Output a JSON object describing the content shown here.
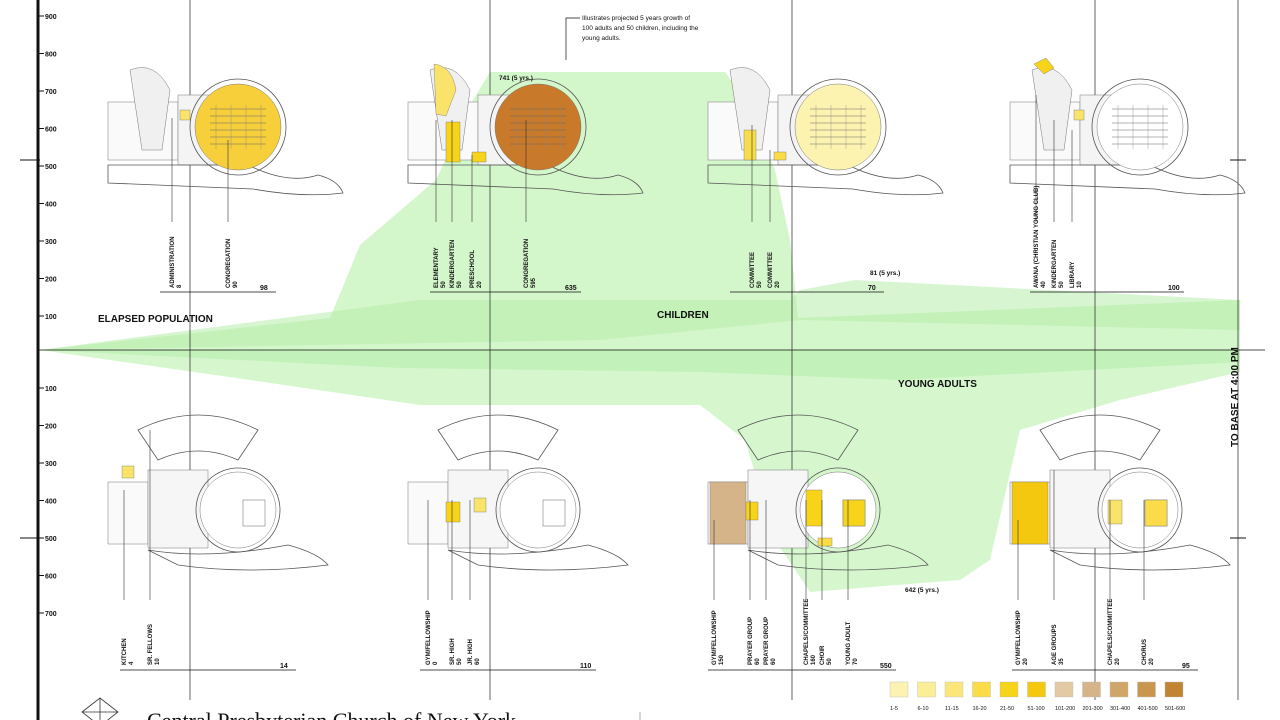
{
  "axis": {
    "top_ticks": [
      "900",
      "800",
      "700",
      "600",
      "500",
      "400",
      "300",
      "200",
      "100"
    ],
    "bottom_ticks": [
      "100",
      "200",
      "300",
      "400",
      "500",
      "600",
      "700"
    ]
  },
  "labels": {
    "elapsed_population": "ELAPSED POPULATION",
    "children": "CHILDREN",
    "young_adults": "YOUNG ADULTS",
    "to_base": "TO BASE AT 4:00 PM"
  },
  "annotations": {
    "note_lines": [
      "Illustrates projected 5 years growth of",
      "100 adults and 50 children, including the",
      "young adults."
    ],
    "peak_children": "741 (5 yrs.)",
    "peak_children_small": "81 (5 yrs.)",
    "peak_young_adults": "642 (5 yrs.)"
  },
  "top_plans": [
    {
      "total": "98",
      "rooms": [
        {
          "name": "ADMINISTRATION",
          "count": "8"
        },
        {
          "name": "CONGREGATION",
          "count": "90"
        }
      ]
    },
    {
      "total": "635",
      "rooms": [
        {
          "name": "ELEMENTARY",
          "count": "50"
        },
        {
          "name": "KINDERGARTEN",
          "count": "50"
        },
        {
          "name": "PRESCHOOL",
          "count": "20"
        },
        {
          "name": "CONGREGATION",
          "count": "595"
        }
      ]
    },
    {
      "total": "70",
      "rooms": [
        {
          "name": "COMMITTEE",
          "count": "50"
        },
        {
          "name": "COMMITTEE",
          "count": "20"
        }
      ]
    },
    {
      "total": "100",
      "rooms": [
        {
          "name": "AWANA (CHRISTIAN YOUNG CLUB)",
          "count": "40"
        },
        {
          "name": "KINDERGARTEN",
          "count": "50"
        },
        {
          "name": "LIBRARY",
          "count": "10"
        }
      ]
    }
  ],
  "bottom_plans": [
    {
      "total": "14",
      "rooms": [
        {
          "name": "KITCHEN",
          "count": "4"
        },
        {
          "name": "SR. FELLOWS",
          "count": "10"
        }
      ]
    },
    {
      "total": "110",
      "rooms": [
        {
          "name": "GYM/FELLOWSHIP",
          "count": "0"
        },
        {
          "name": "SR. HIGH",
          "count": "50"
        },
        {
          "name": "JR. HIGH",
          "count": "60"
        }
      ]
    },
    {
      "total": "550",
      "rooms": [
        {
          "name": "GYM/FELLOWSHIP",
          "count": "150"
        },
        {
          "name": "PRAYER GROUP",
          "count": "60"
        },
        {
          "name": "PRAYER GROUP",
          "count": "60"
        },
        {
          "name": "CHAPELS/COMMITTEE",
          "count": "160"
        },
        {
          "name": "CHOIR",
          "count": "50"
        },
        {
          "name": "YOUNG ADULT",
          "count": "70"
        }
      ]
    },
    {
      "total": "95",
      "rooms": [
        {
          "name": "GYM/FELLOWSHIP",
          "count": "20"
        },
        {
          "name": "AGE GROUPS",
          "count": "35"
        },
        {
          "name": "CHAPELS/COMMITTEE",
          "count": "20"
        },
        {
          "name": "CHORUS",
          "count": "20"
        }
      ]
    }
  ],
  "legend": [
    {
      "label": "1-5",
      "color": "#fdf3b0"
    },
    {
      "label": "6-10",
      "color": "#fcee96"
    },
    {
      "label": "11-15",
      "color": "#fbe67a"
    },
    {
      "label": "16-20",
      "color": "#f9dc48"
    },
    {
      "label": "21-50",
      "color": "#f7d31a"
    },
    {
      "label": "51-100",
      "color": "#f4c80e"
    },
    {
      "label": "101-200",
      "color": "#e3c9a4"
    },
    {
      "label": "201-300",
      "color": "#d6b48a"
    },
    {
      "label": "301-400",
      "color": "#d0a56a"
    },
    {
      "label": "401-500",
      "color": "#c99650"
    },
    {
      "label": "501-600",
      "color": "#c08433"
    }
  ],
  "colors": {
    "flow_green": "#ccf5c2",
    "flow_green_dark": "#b4edaa",
    "congregation_light": "#f7cf3b",
    "congregation_dark": "#c9792a"
  },
  "footer": {
    "title": "Central Presbyterian Church of New York"
  }
}
